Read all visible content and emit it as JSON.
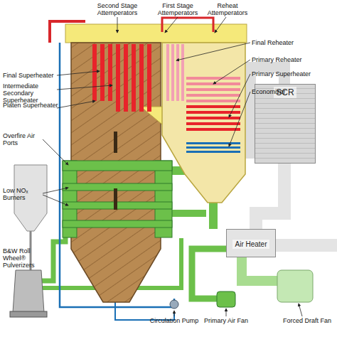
{
  "diagram": {
    "nodes": [
      {
        "text": [
          "SCR"
        ]
      },
      {
        "text": [
          "Air Heater"
        ]
      }
    ],
    "labels": [
      "Second Stage Attemperators",
      "First Stage Attemperators",
      "Reheat Attemperators",
      "Final Superheater",
      "Intermediate Secondary Superheater",
      "Platen Superheater",
      "Final Reheater",
      "Primary Reheater",
      "Primary Superheater",
      "Economizer",
      "Overfire Air Ports",
      "Low NOₓ Burners",
      "B&W Roll Wheel® Pulverizers",
      "Circulation Pump",
      "Primary Air Fan",
      "Forced Draft Fan"
    ]
  }
}
